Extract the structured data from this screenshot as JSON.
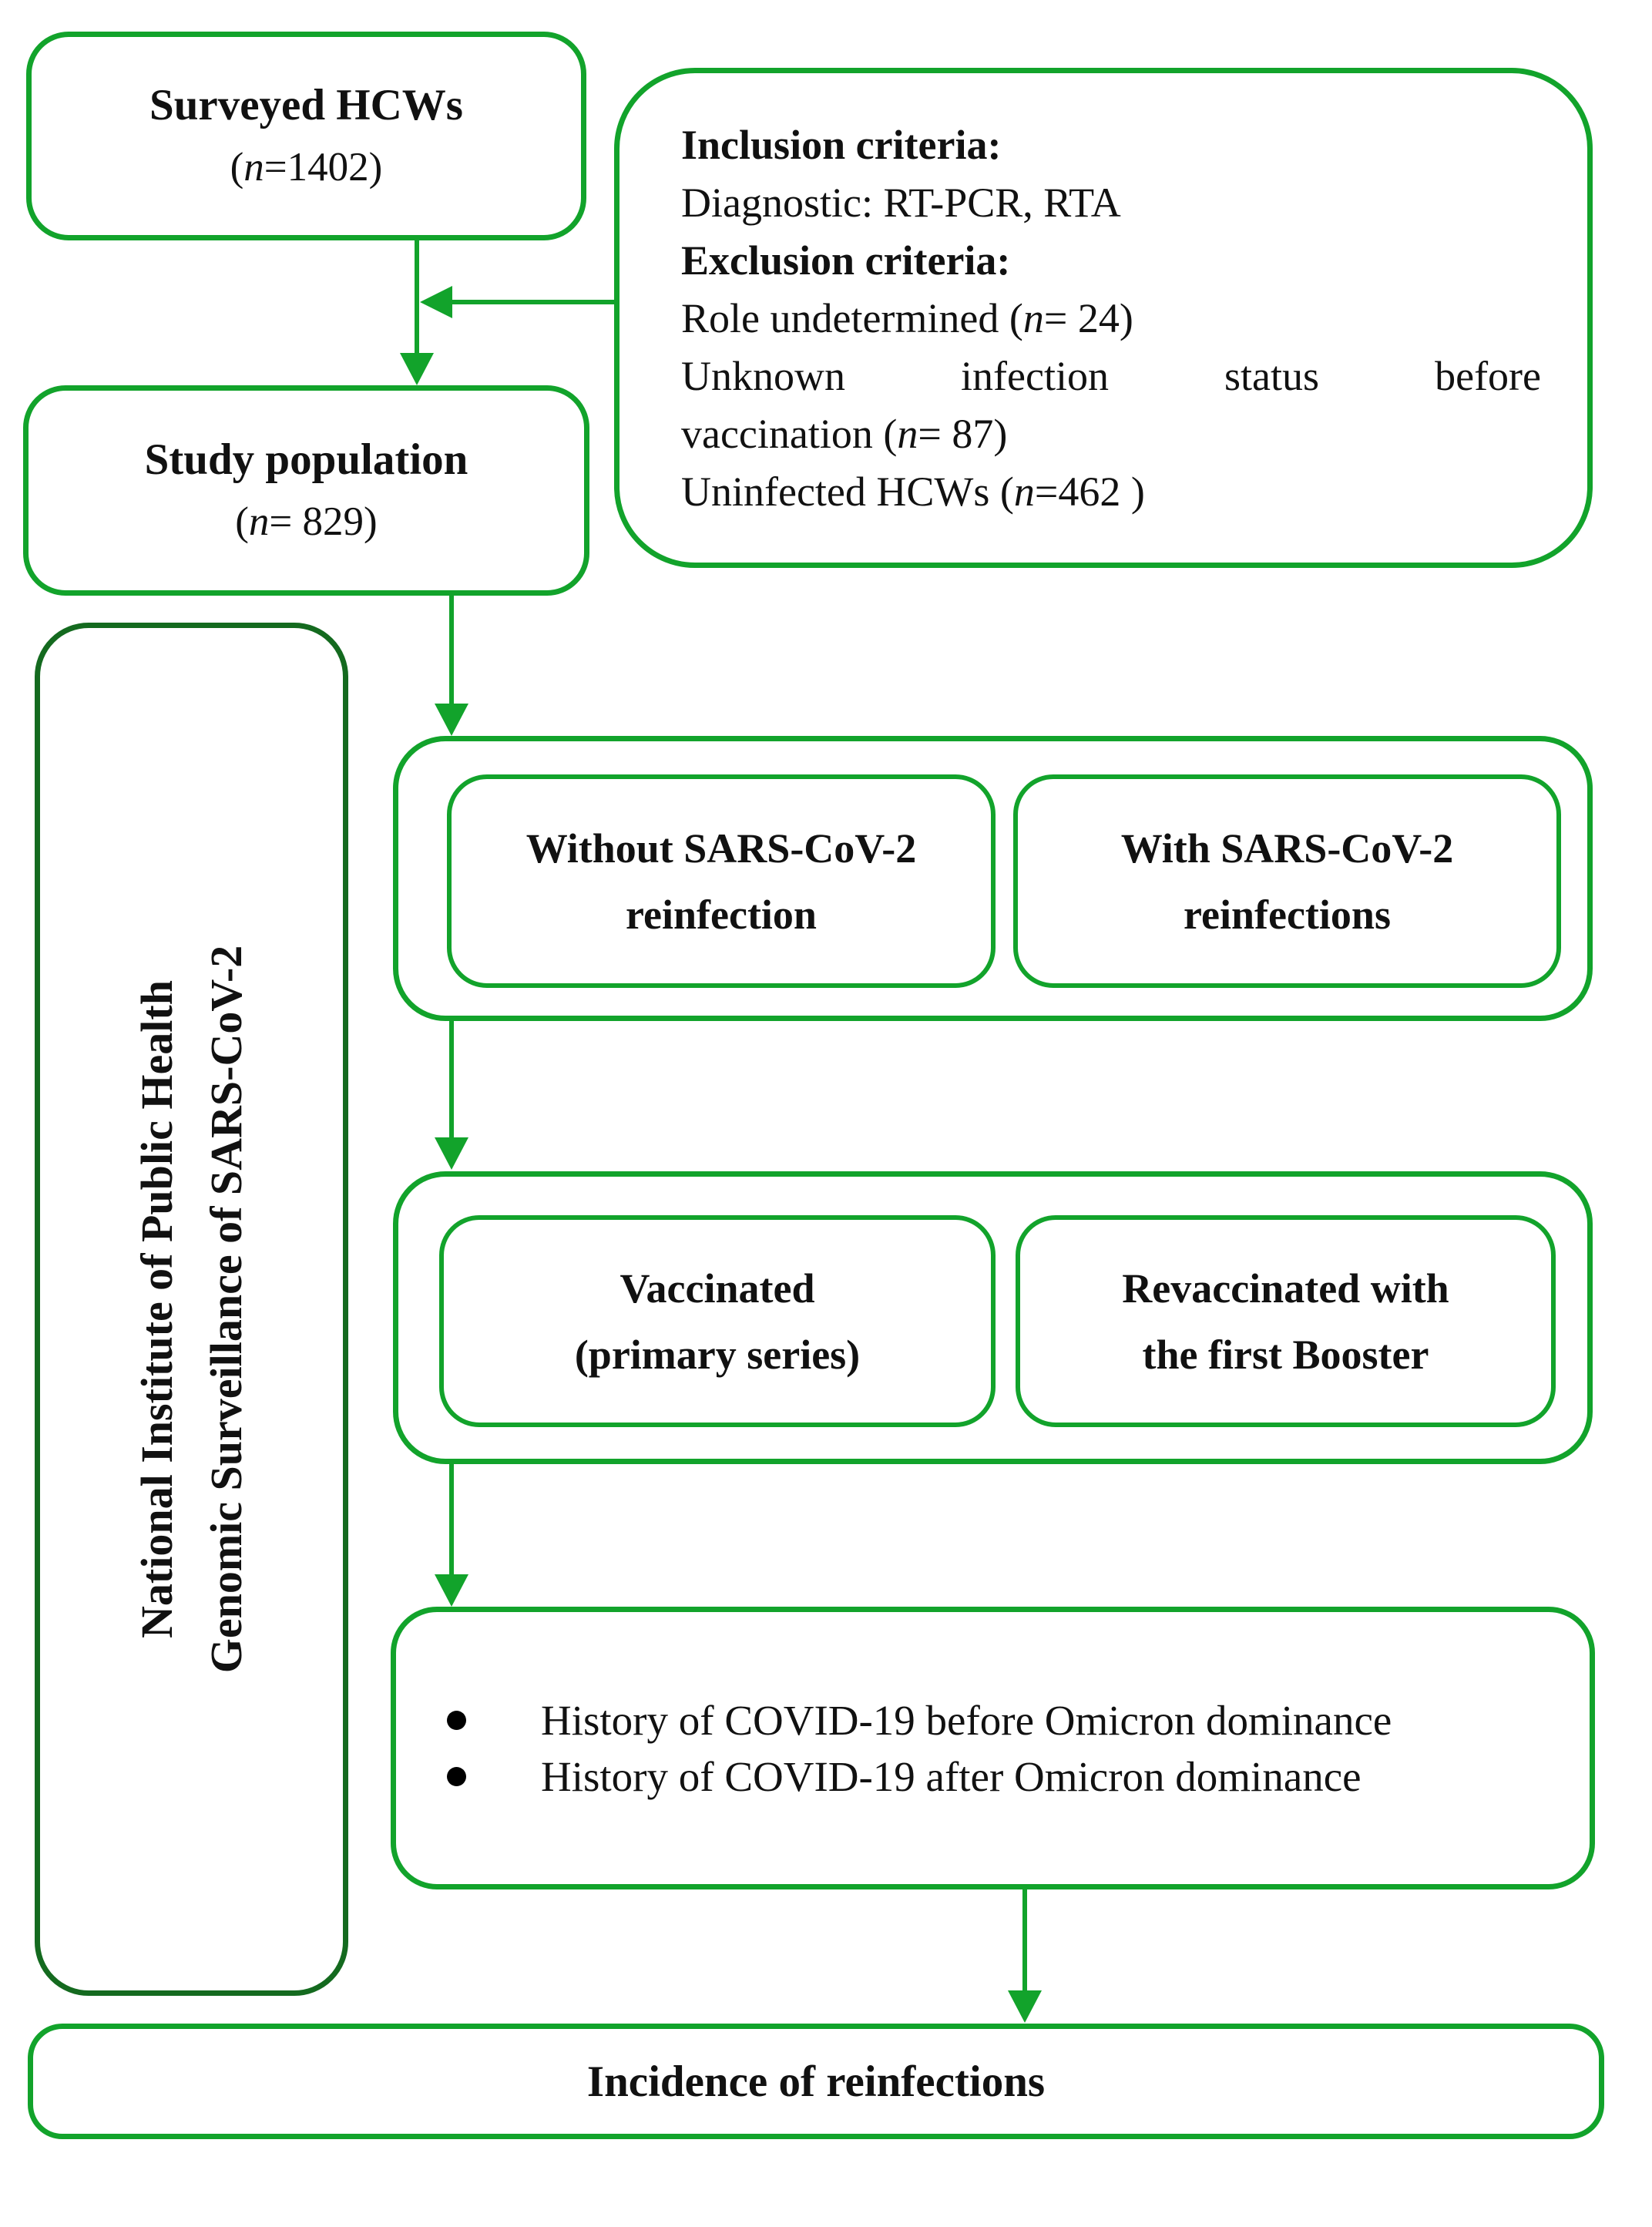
{
  "palette": {
    "line_green": "#12a32b",
    "dark_green": "#146a1f",
    "text": "#111111"
  },
  "boxes": {
    "surveyed": {
      "title": "Surveyed HCWs",
      "n_pre": "(",
      "n_var": "n",
      "n_post": "=1402)"
    },
    "criteria": {
      "inclusion_heading": "Inclusion criteria:",
      "diagnostic_line": "Diagnostic: RT-PCR, RTA",
      "exclusion_heading": "Exclusion criteria:",
      "role_pre": "Role undetermined (",
      "role_var": "n",
      "role_post": "= 24)",
      "unknown_line": "Unknown infection status before",
      "vaccination_pre": "vaccination (",
      "vaccination_var": "n",
      "vaccination_post": "= 87)",
      "uninfected_pre": "Uninfected HCWs (",
      "uninfected_var": "n",
      "uninfected_post": "=462 )"
    },
    "study": {
      "title": "Study population",
      "n_pre": "(",
      "n_var": "n",
      "n_post": "= 829)"
    },
    "sidebar": {
      "line1": "National Institute of Public Health",
      "line2": "Genomic Surveillance of SARS-CoV-2"
    },
    "without_reinfection": {
      "line1": "Without SARS-CoV-2",
      "line2": "reinfection"
    },
    "with_reinfections": {
      "line1": "With SARS-CoV-2",
      "line2": "reinfections"
    },
    "vaccinated": {
      "line1": "Vaccinated",
      "line2": "(primary series)"
    },
    "revaccinated": {
      "line1": "Revaccinated with",
      "line2": "the first Booster"
    },
    "history": {
      "items": [
        "History of COVID-19 before Omicron dominance",
        "History of COVID-19 after Omicron dominance"
      ]
    },
    "outcome": {
      "title": "Incidence of reinfections"
    }
  }
}
